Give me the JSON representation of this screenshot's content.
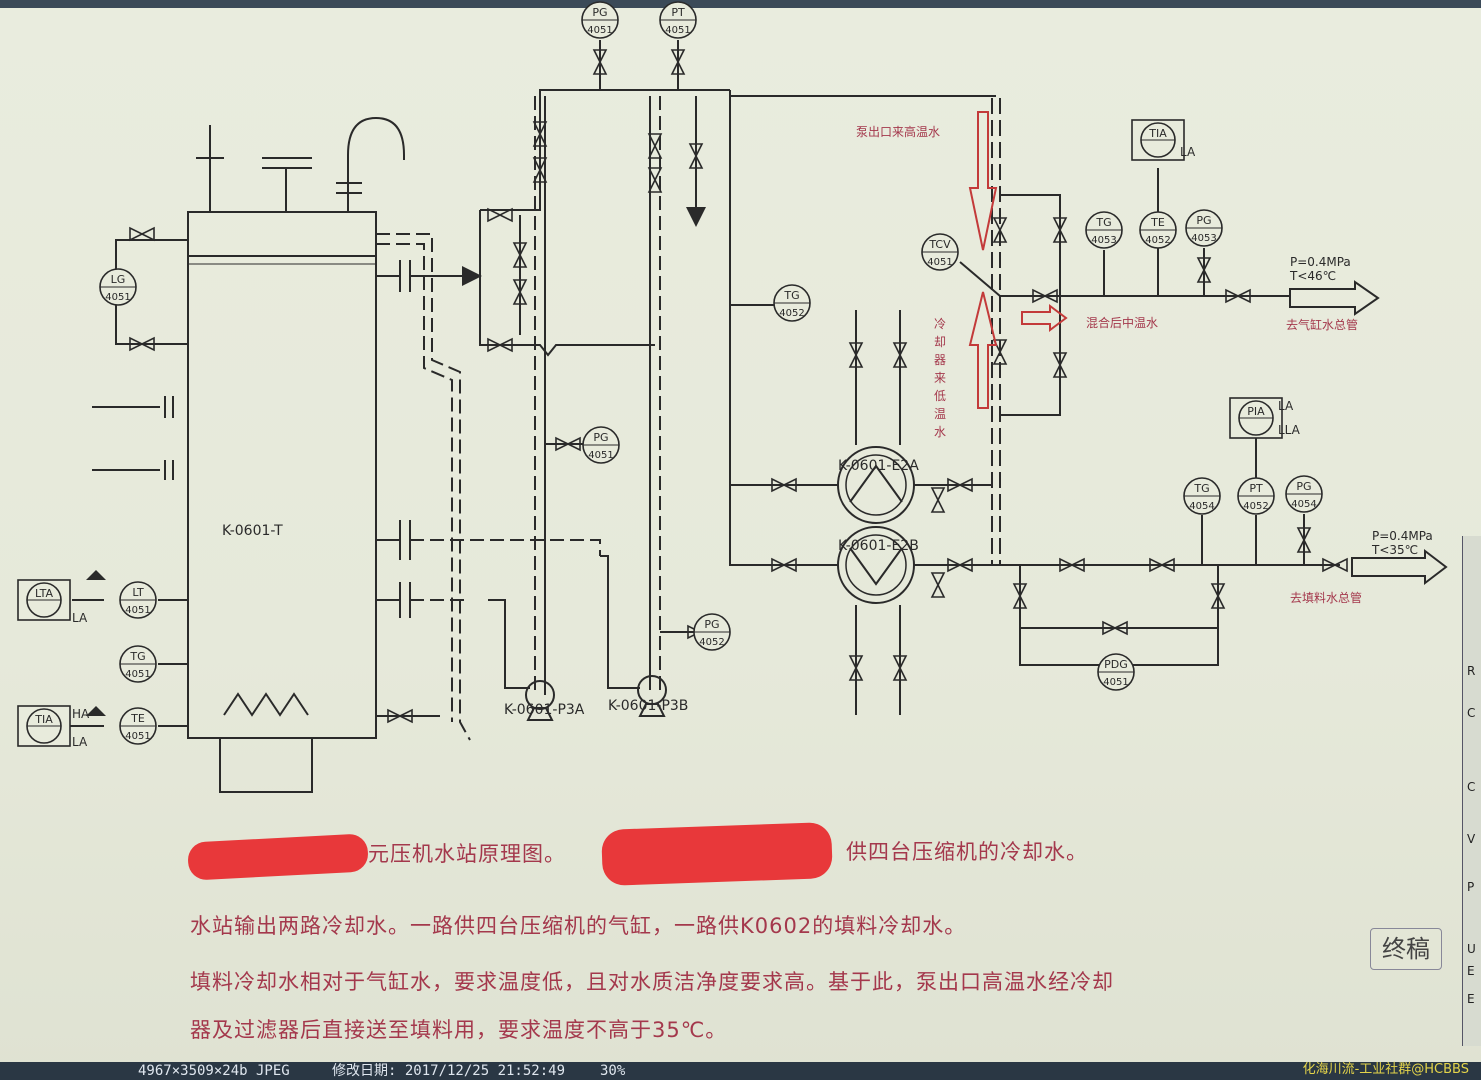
{
  "equipment": {
    "tank": "K-0601-T",
    "pump_a": "K-0601-P3A",
    "pump_b": "K-0601-P3B",
    "cooler_a": "K-0601-E2A",
    "cooler_b": "K-0601-E2B"
  },
  "instruments": {
    "pg_top": "PG\n4051",
    "pt_top": "PT\n4051",
    "lg": "LG\n4051",
    "lt": "LT\n4051",
    "tg_tank": "TG\n4051",
    "te_tank": "TE\n4051",
    "lta": "LTA",
    "tia_tank": "TIA",
    "pg_pump": "PG\n4051",
    "pg_pumpb": "PG\n4052",
    "tg_mid": "TG\n4052",
    "tcv": "TCV\n4051",
    "tg_out": "TG\n4053",
    "te_out": "TE\n4052",
    "pg_out": "PG\n4053",
    "tia_out": "TIA",
    "tg_fill": "TG\n4054",
    "pt_fill": "PT\n4052",
    "pg_fill": "PG\n4054",
    "pia": "PIA",
    "pdg": "PDG\n4051"
  },
  "alarms": {
    "la": "LA",
    "ha": "HA",
    "lla": "LLA"
  },
  "labels": {
    "hot_water": "泵出口来高温水",
    "cold_water": "冷却器来低温水",
    "mixed": "混合后中温水",
    "to_cylinder": "去气缸水总管",
    "to_packing": "去填料水总管",
    "cyl_p": "P=0.4MPa",
    "cyl_t": "T<46℃",
    "pack_p": "P=0.4MPa",
    "pack_t": "T<35℃"
  },
  "paragraphs": [
    "元压机水站原理图。",
    "供四台压缩机的冷却水。",
    "水站输出两路冷却水。一路供四台压缩机的气缸，一路供K0602的填料冷却水。",
    "填料冷却水相对于气缸水，要求温度低，且对水质洁净度要求高。基于此，泵出口高温水经冷却",
    "器及过滤器后直接送至填料用，要求温度不高于35℃。"
  ],
  "stamp": "终稿",
  "statusbar": {
    "size": "4967×3509×24b JPEG",
    "modified": "修改日期: 2017/12/25 21:52:49",
    "zoom": "30%"
  },
  "watermark": "化海川流-工业社群@HCBBS",
  "side_panel": [
    "R",
    "C",
    "C",
    "V",
    "P",
    "U",
    "E",
    "E"
  ],
  "colors": {
    "line": "#2a2a2a",
    "note_text": "#a4384c",
    "arrow": "#c33a3a"
  }
}
